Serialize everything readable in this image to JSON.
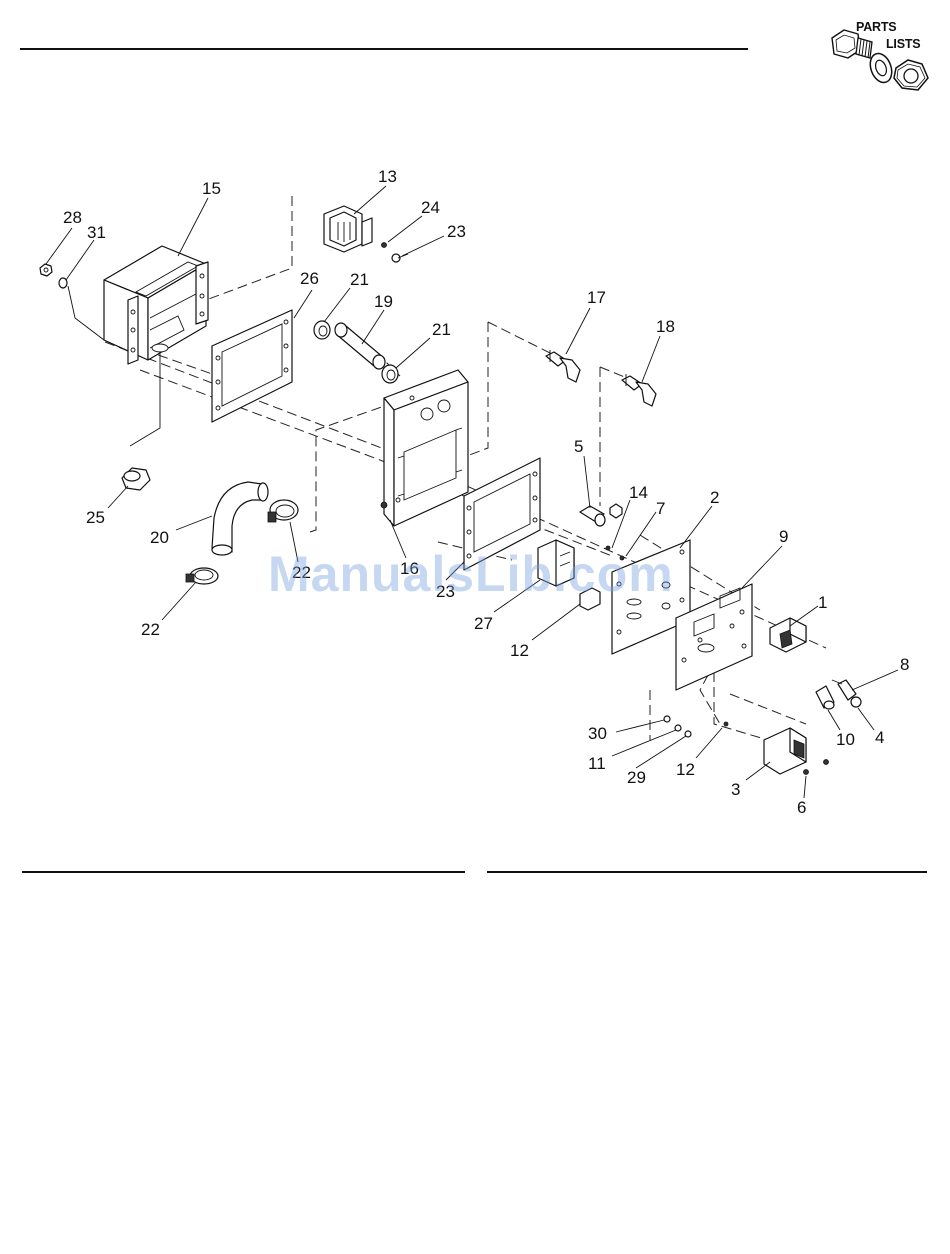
{
  "header": {
    "badge_line1": "PARTS",
    "badge_line2": "LISTS"
  },
  "watermark": "ManualsLib.com",
  "callouts": {
    "c1": "1",
    "c2": "2",
    "c3": "3",
    "c4": "4",
    "c5": "5",
    "c6": "6",
    "c7": "7",
    "c8": "8",
    "c9": "9",
    "c10": "10",
    "c11": "11",
    "c12a": "12",
    "c12b": "12",
    "c13": "13",
    "c14": "14",
    "c15": "15",
    "c16": "16",
    "c17": "17",
    "c18": "18",
    "c19": "19",
    "c20": "20",
    "c21a": "21",
    "c21b": "21",
    "c22a": "22",
    "c22b": "22",
    "c23": "23",
    "c24": "24",
    "c25": "25",
    "c26": "26",
    "c27": "27",
    "c28": "28",
    "c29": "29",
    "c30": "30",
    "c31": "31",
    "c23b": "23"
  }
}
